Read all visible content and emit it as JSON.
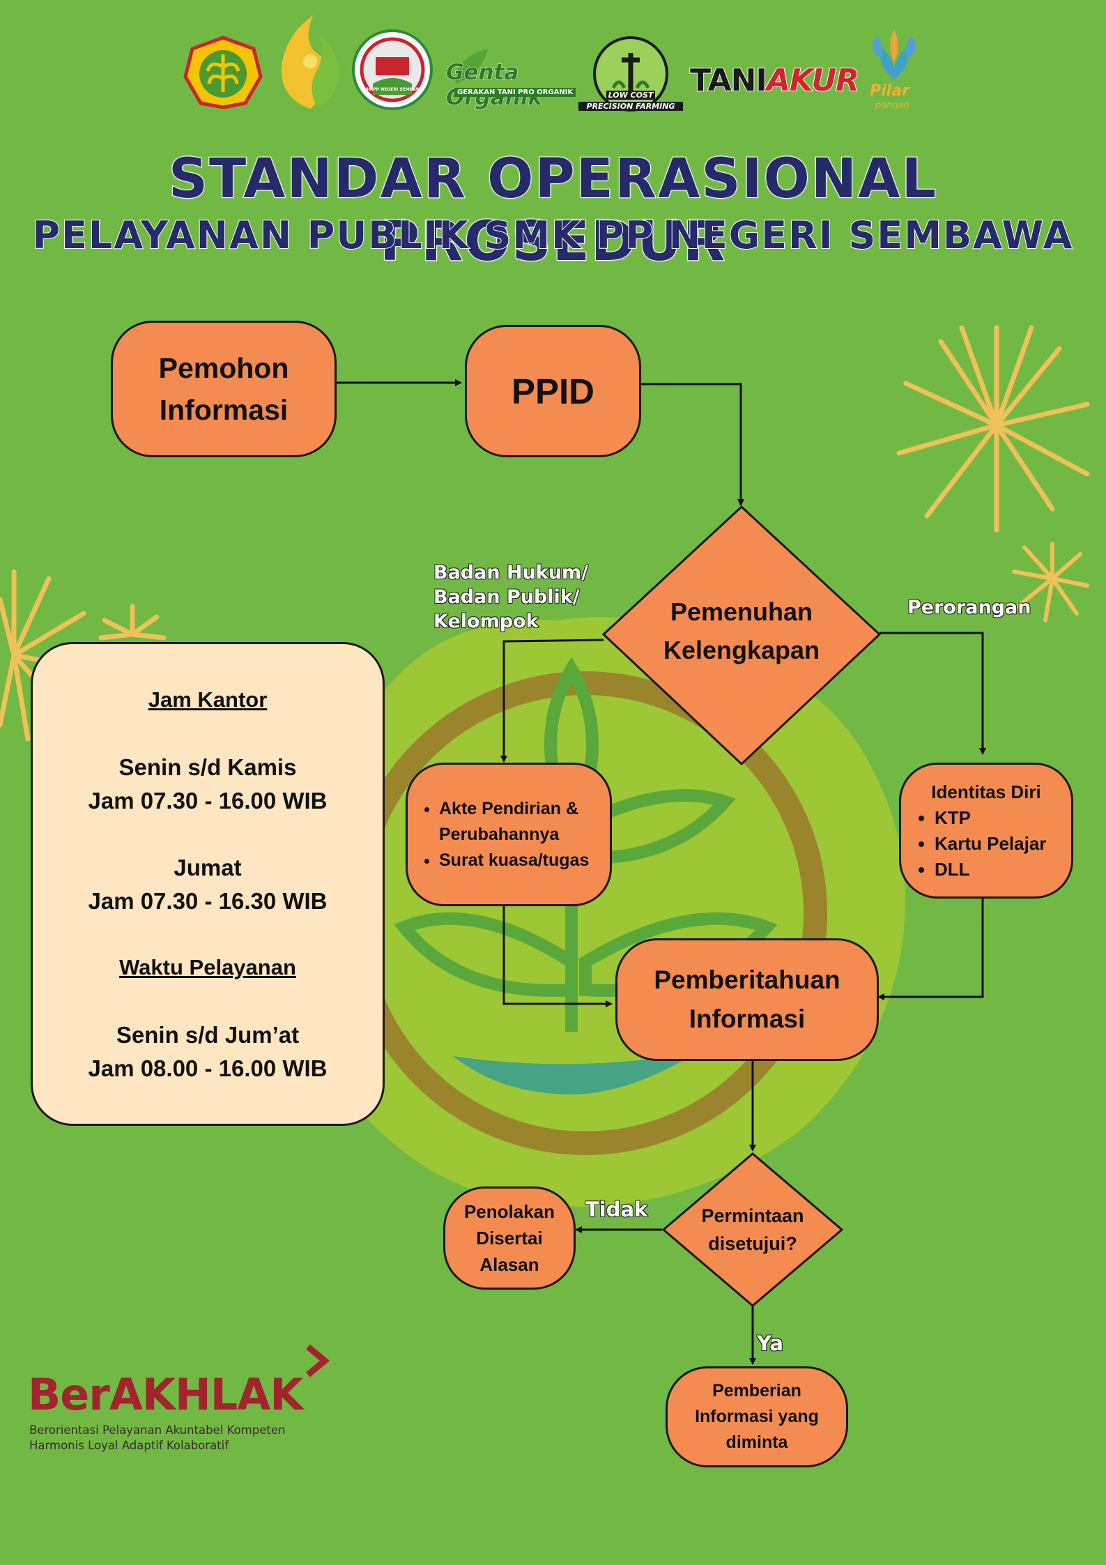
{
  "header": {
    "logos": [
      {
        "name": "kementan-logo"
      },
      {
        "name": "flame-logo"
      },
      {
        "name": "smkpp-logo",
        "text": "SMK PP NEGERI SEMBAWA"
      },
      {
        "name": "genta-organik-logo",
        "text": "Genta Organik",
        "tagline": "GERAKAN TANI PRO ORGANIK"
      },
      {
        "name": "low-cost-logo",
        "text": "LOW COST",
        "tagline": "PRECISION FARMING"
      },
      {
        "name": "taniakur-logo",
        "part1": "TANI",
        "part2": "AKUR"
      },
      {
        "name": "pilar-logo",
        "text": "Pilar",
        "tagline": "pangan"
      }
    ],
    "title": "STANDAR OPERASIONAL PROSEDUR",
    "subtitle": "PELAYANAN PUBLIK SMK PP NEGERI SEMBAWA"
  },
  "flow": {
    "pemohon": [
      "Pemohon",
      "Informasi"
    ],
    "ppid": "PPID",
    "pemenuhan": [
      "Pemenuhan",
      "Kelengkapan"
    ],
    "label_badan": [
      "Badan Hukum/",
      "Badan Publik/",
      "Kelompok"
    ],
    "label_perorangan": "Perorangan",
    "akte_items": [
      "Akte Pendirian & Perubahannya",
      "Surat kuasa/tugas"
    ],
    "identitas_title": "Identitas Diri",
    "identitas_items": [
      "KTP",
      "Kartu Pelajar",
      "DLL"
    ],
    "pemberitahuan": [
      "Pemberitahuan",
      "Informasi"
    ],
    "permintaan": [
      "Permintaan",
      "disetujui?"
    ],
    "label_tidak": "Tidak",
    "label_ya": "Ya",
    "penolakan": [
      "Penolakan",
      "Disertai",
      "Alasan"
    ],
    "pemberian": [
      "Pemberian",
      "Informasi yang",
      "diminta"
    ]
  },
  "info": {
    "jam_kantor_title": "Jam Kantor",
    "senin_kamis": "Senin s/d Kamis",
    "senin_kamis_time": "Jam 07.30 - 16.00 WIB",
    "jumat": "Jumat",
    "jumat_time": "Jam 07.30 - 16.30 WIB",
    "waktu_title": "Waktu Pelayanan",
    "senin_jumat": "Senin s/d Jum’at",
    "senin_jumat_time": "Jam 08.00 - 16.00 WIB"
  },
  "footer": {
    "brand": "BerAKHLAK",
    "line1": "Berorientasi Pelayanan Akuntabel Kompeten",
    "line2": "Harmonis Loyal Adaptif Kolaboratif"
  },
  "colors": {
    "background": "#72b844",
    "node": "#f48b50",
    "info_box": "#ffe6c2",
    "title": "#262a6a",
    "firework": "#f6c25a",
    "brand": "#a3232f"
  }
}
